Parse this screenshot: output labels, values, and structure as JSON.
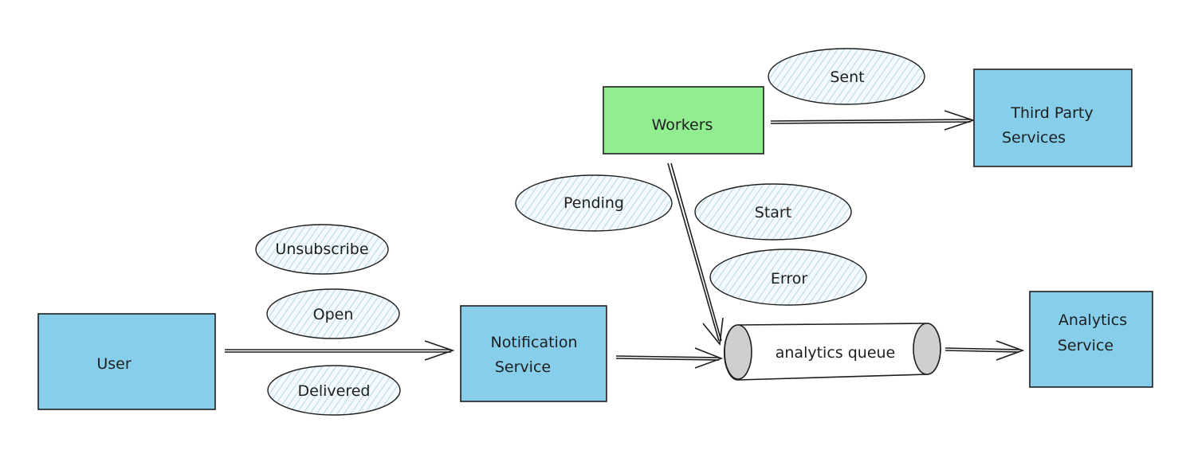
{
  "nodes": {
    "user": "User",
    "notification_service": [
      "Notification",
      "Service"
    ],
    "workers": "Workers",
    "third_party_services": [
      "Third Party",
      "Services"
    ],
    "analytics_queue": "analytics queue",
    "analytics_service": [
      "Analytics",
      "Service"
    ]
  },
  "events": {
    "sent": "Sent",
    "pending": "Pending",
    "start": "Start",
    "error": "Error",
    "unsubscribe": "Unsubscribe",
    "open": "Open",
    "delivered": "Delivered"
  },
  "colors": {
    "service_box": "#87ceeb",
    "worker_box": "#90ee90",
    "event_hatch": "#a9cde0",
    "stroke": "#1e1e1e",
    "queue_cap": "#cfcfcf"
  }
}
